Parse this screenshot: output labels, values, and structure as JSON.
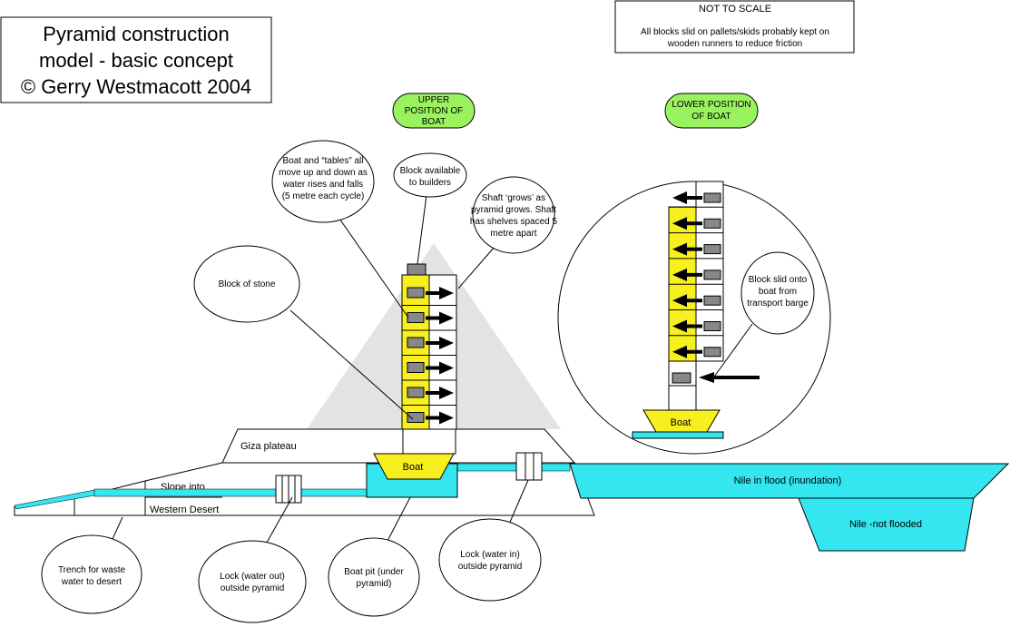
{
  "title": {
    "line1": "Pyramid construction",
    "line2": "model - basic concept",
    "line3": "© Gerry Westmacott 2004"
  },
  "note": {
    "heading": "NOT TO SCALE",
    "line1": "All blocks slid on pallets/skids probably kept on",
    "line2": "wooden runners to reduce friction"
  },
  "upper_position": {
    "line1": "UPPER",
    "line2": "POSITION OF",
    "line3": "BOAT"
  },
  "lower_position": {
    "line1": "LOWER POSITION",
    "line2": "OF BOAT"
  },
  "callouts": {
    "boat_tables": {
      "line1": "Boat and “tables” all",
      "line2": "move up and down as",
      "line3": "water rises and falls",
      "line4": "(5 metre each cycle)"
    },
    "block_available": {
      "line1": "Block available",
      "line2": "to builders"
    },
    "shaft_grows": {
      "line1": "Shaft ‘grows’ as",
      "line2": "pyramid grows.  Shaft",
      "line3": "has shelves spaced 5",
      "line4": "metre apart"
    },
    "block_of_stone": "Block of stone",
    "block_slid": {
      "line1": "Block slid onto",
      "line2": "boat from",
      "line3": "transport barge"
    },
    "trench": {
      "line1": "Trench for waste",
      "line2": "water to desert"
    },
    "lock_out": {
      "line1": "Lock (water out)",
      "line2": "outside pyramid"
    },
    "boat_pit": {
      "line1": "Boat pit (under",
      "line2": "pyramid)"
    },
    "lock_in": {
      "line1": "Lock (water in)",
      "line2": "outside pyramid"
    }
  },
  "labels": {
    "giza_plateau": "Giza plateau",
    "slope_into": "Slope into",
    "western_desert": "Western Desert",
    "boat_main": "Boat",
    "boat_detail": "Boat",
    "nile_flood": "Nile in flood (inundation)",
    "nile_not_flooded": "Nile -not flooded"
  },
  "colors": {
    "water": "#33e6f0",
    "pyramid": "#e3e3e3",
    "yellow": "#f7f01e",
    "green": "#99f25e",
    "block": "#888888"
  }
}
